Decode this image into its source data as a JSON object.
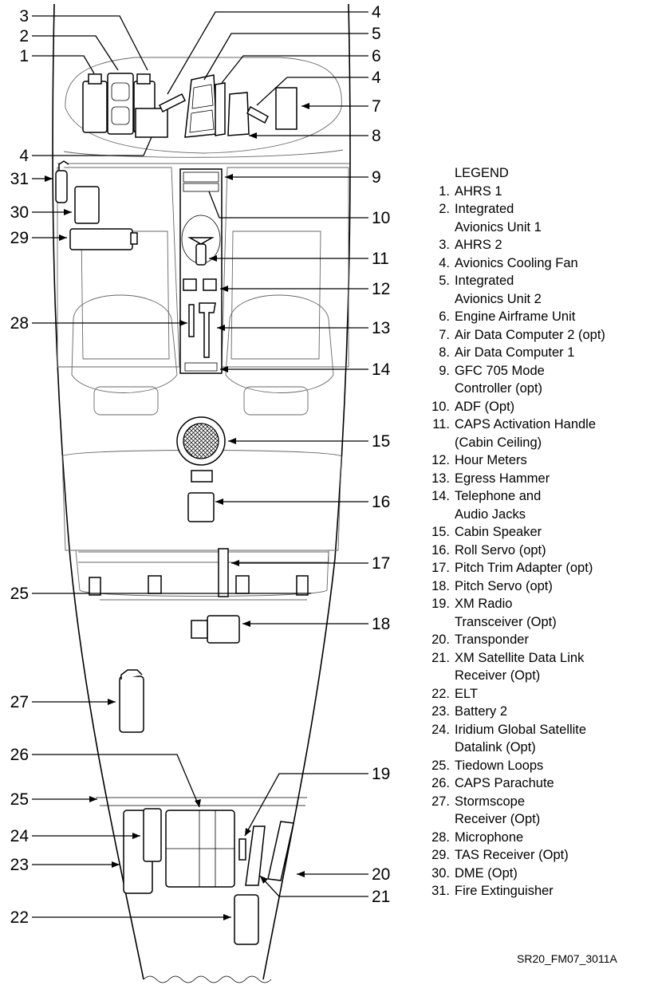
{
  "legend": {
    "title": "LEGEND",
    "items": [
      {
        "num": "1.",
        "lines": [
          "AHRS 1"
        ]
      },
      {
        "num": "2.",
        "lines": [
          "Integrated",
          "Avionics Unit 1"
        ]
      },
      {
        "num": "3.",
        "lines": [
          "AHRS 2"
        ]
      },
      {
        "num": "4.",
        "lines": [
          "Avionics Cooling Fan"
        ]
      },
      {
        "num": "5.",
        "lines": [
          "Integrated",
          "Avionics Unit 2"
        ]
      },
      {
        "num": "6.",
        "lines": [
          "Engine Airframe Unit"
        ]
      },
      {
        "num": "7.",
        "lines": [
          "Air Data Computer 2 (opt)"
        ]
      },
      {
        "num": "8.",
        "lines": [
          "Air Data Computer 1"
        ]
      },
      {
        "num": "9.",
        "lines": [
          "GFC 705 Mode",
          "Controller (opt)"
        ]
      },
      {
        "num": "10.",
        "lines": [
          "ADF (Opt)"
        ]
      },
      {
        "num": "11.",
        "lines": [
          "CAPS Activation Handle",
          "(Cabin Ceiling)"
        ]
      },
      {
        "num": "12.",
        "lines": [
          "Hour Meters"
        ]
      },
      {
        "num": "13.",
        "lines": [
          "Egress Hammer"
        ]
      },
      {
        "num": "14.",
        "lines": [
          "Telephone and",
          "Audio Jacks"
        ]
      },
      {
        "num": "15.",
        "lines": [
          "Cabin Speaker"
        ]
      },
      {
        "num": "16.",
        "lines": [
          "Roll Servo (opt)"
        ]
      },
      {
        "num": "17.",
        "lines": [
          "Pitch Trim Adapter (opt)"
        ]
      },
      {
        "num": "18.",
        "lines": [
          "Pitch Servo (opt)"
        ]
      },
      {
        "num": "19.",
        "lines": [
          "XM Radio",
          "Transceiver (Opt)"
        ]
      },
      {
        "num": "20.",
        "lines": [
          "Transponder"
        ]
      },
      {
        "num": "21.",
        "lines": [
          "XM Satellite Data Link",
          "Receiver (Opt)"
        ]
      },
      {
        "num": "22.",
        "lines": [
          "ELT"
        ]
      },
      {
        "num": "23.",
        "lines": [
          "Battery 2"
        ]
      },
      {
        "num": "24.",
        "lines": [
          "Iridium Global Satellite",
          "Datalink (Opt)"
        ]
      },
      {
        "num": "25.",
        "lines": [
          "Tiedown Loops"
        ]
      },
      {
        "num": "26.",
        "lines": [
          "CAPS Parachute"
        ]
      },
      {
        "num": "27.",
        "lines": [
          "Stormscope",
          "Receiver (Opt)"
        ]
      },
      {
        "num": "28.",
        "lines": [
          "Microphone"
        ]
      },
      {
        "num": "29.",
        "lines": [
          "TAS Receiver (Opt)"
        ]
      },
      {
        "num": "30.",
        "lines": [
          "DME (Opt)"
        ]
      },
      {
        "num": "31.",
        "lines": [
          "Fire Extinguisher"
        ]
      }
    ]
  },
  "callouts": {
    "c1": "1",
    "c2": "2",
    "c3": "3",
    "c4a": "4",
    "c4b": "4",
    "c4c": "4",
    "c5": "5",
    "c6": "6",
    "c7": "7",
    "c8": "8",
    "c9": "9",
    "c10": "10",
    "c11": "11",
    "c12": "12",
    "c13": "13",
    "c14": "14",
    "c15": "15",
    "c16": "16",
    "c17": "17",
    "c18": "18",
    "c19": "19",
    "c20": "20",
    "c21": "21",
    "c22": "22",
    "c23": "23",
    "c24": "24",
    "c25a": "25",
    "c25b": "25",
    "c26": "26",
    "c27": "27",
    "c28": "28",
    "c29": "29",
    "c30": "30",
    "c31": "31"
  },
  "figure_id": "SR20_FM07_3011A"
}
